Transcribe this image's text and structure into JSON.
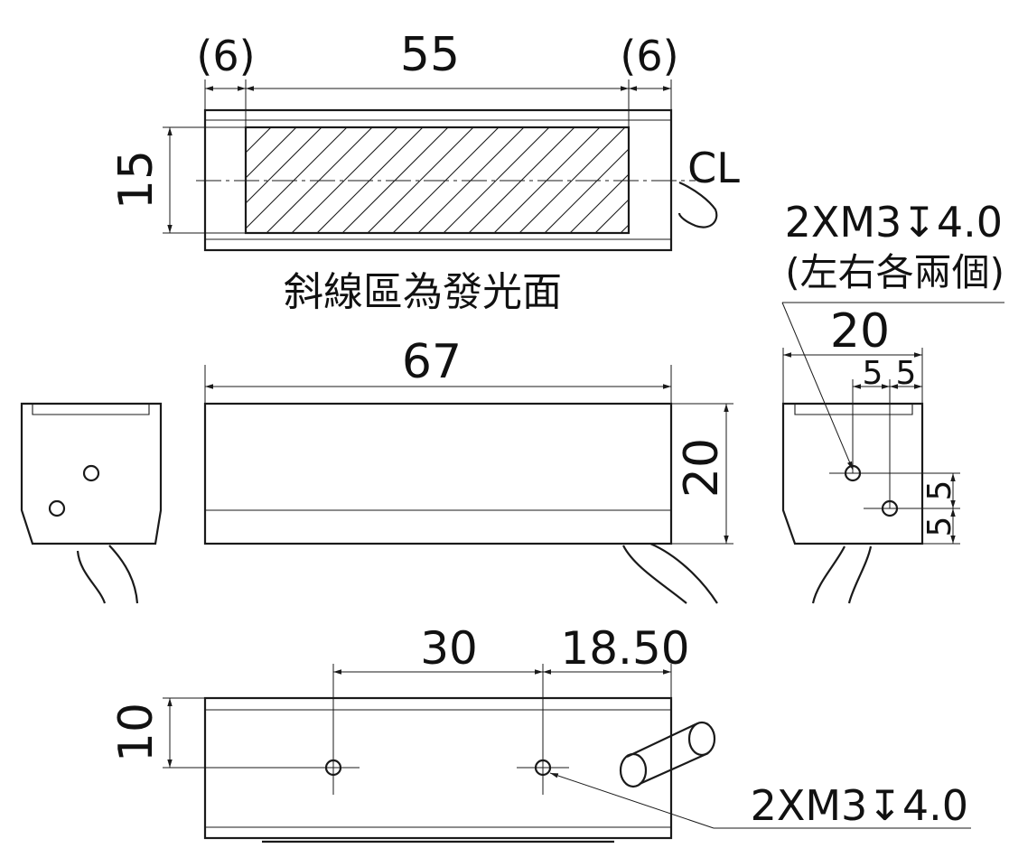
{
  "top_view": {
    "dim_left": "(6)",
    "dim_center": "55",
    "dim_right": "(6)",
    "dim_height": "15",
    "centerline_label": "CL",
    "emitting_note": "斜線區為發光面"
  },
  "side_screw_note": {
    "line1": "2XM3↧4.0",
    "line2": "(左右各兩個)"
  },
  "front_view": {
    "dim_length": "67",
    "dim_height": "20"
  },
  "right_view": {
    "dim_width": "20",
    "dim_h1": "5",
    "dim_h2": "5",
    "dim_v1": "5",
    "dim_v2": "5"
  },
  "bottom_view": {
    "dim_holes": "30",
    "dim_offset": "18.50",
    "dim_height": "10",
    "screw_note": "2XM3↧4.0"
  },
  "colors": {
    "line": "#1a1a1a",
    "background": "#ffffff"
  }
}
